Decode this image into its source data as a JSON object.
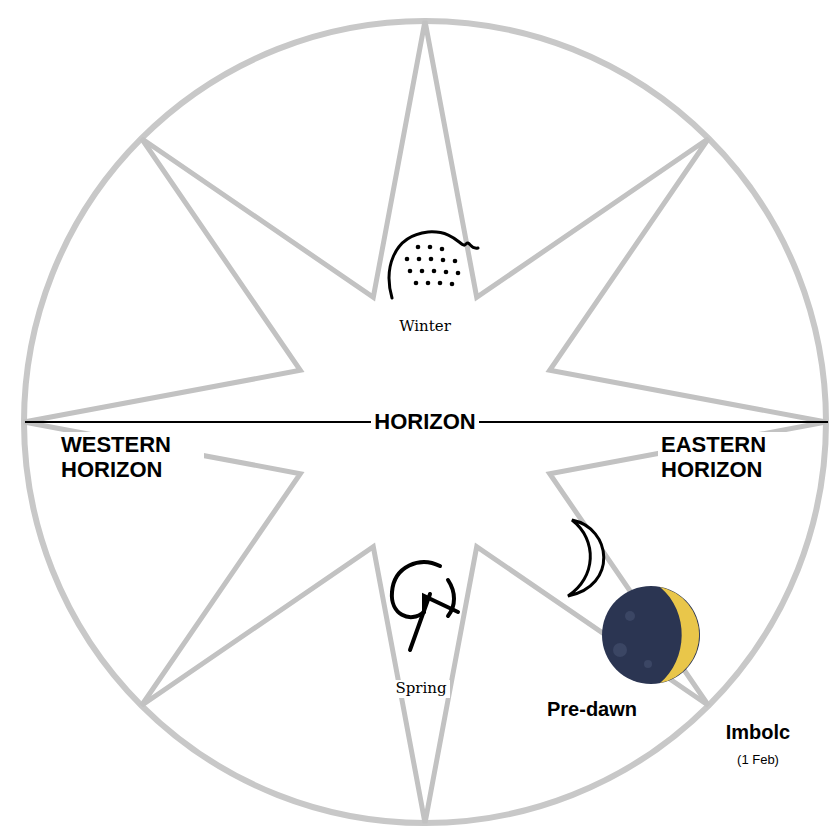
{
  "diagram": {
    "labels": [
      "Winter",
      "HORIZON",
      "WESTERN HORIZON",
      "EASTERN HORIZON",
      "Spring",
      "Pre-dawn",
      "Imbolc",
      "(1 Feb)"
    ]
  }
}
